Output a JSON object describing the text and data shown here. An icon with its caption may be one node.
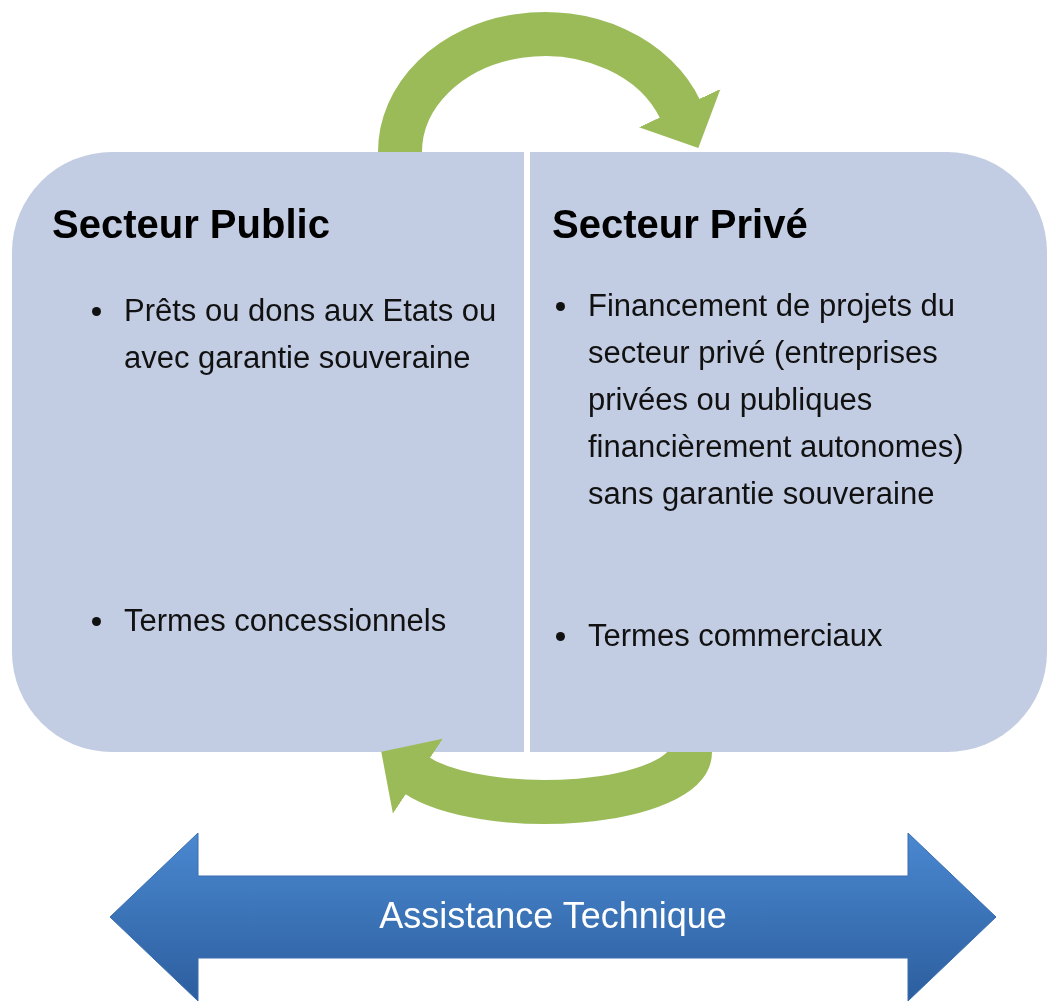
{
  "diagram": {
    "nodes": [
      {
        "text": [
          "Secteur Public",
          "Prêts ou dons aux Etats ou avec garantie souveraine",
          "Termes concessionnels"
        ]
      },
      {
        "text": [
          "Secteur Privé",
          "Financement de projets du secteur privé (entreprises privées ou publiques financièrement autonomes) sans garantie souveraine",
          "Termes commerciaux"
        ]
      },
      {
        "text": [
          "Assistance Technique"
        ]
      }
    ],
    "edges": [
      {
        "from": 0,
        "to": 1,
        "arrow": "to"
      },
      {
        "from": 1,
        "to": 0,
        "arrow": "to"
      }
    ]
  }
}
